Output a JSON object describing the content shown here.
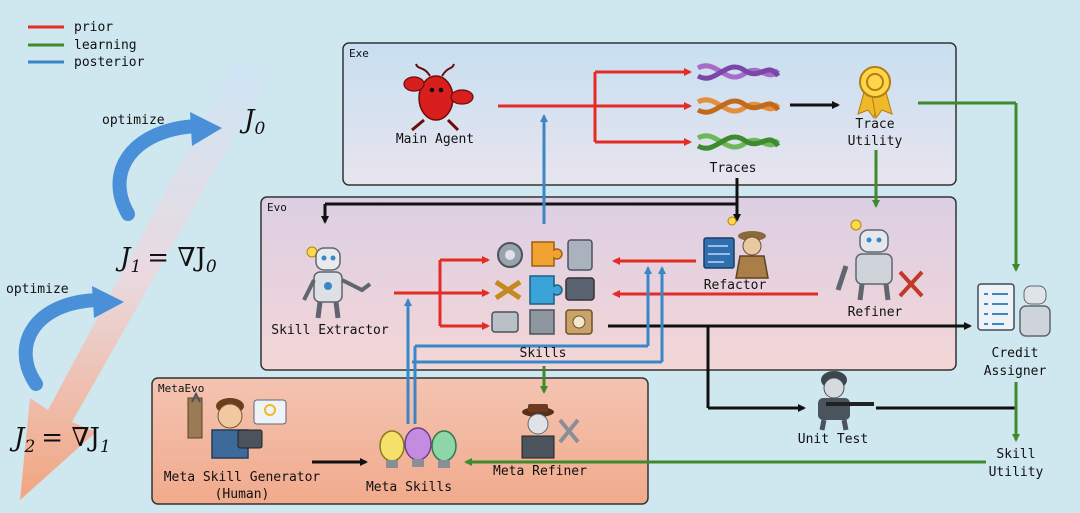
{
  "legend": [
    {
      "label": "prior",
      "color": "#e52b25"
    },
    {
      "label": "learning",
      "color": "#3f8a2d"
    },
    {
      "label": "posterior",
      "color": "#3a86c8"
    }
  ],
  "colors": {
    "black": "#111111",
    "panel_border": "#333333"
  },
  "panels": {
    "exe": "Exe",
    "evo": "Evo",
    "metaevo": "MetaEvo"
  },
  "objectives": {
    "optimize_top": "optimize",
    "optimize_bottom": "optimize",
    "j0": "J",
    "j0_sub": "0",
    "j1": "J",
    "j1_sub": "1",
    "j1_rhs": "= ∇J",
    "j1_rhs_sub": "0",
    "j2": "J",
    "j2_sub": "2",
    "j2_rhs": "= ∇J",
    "j2_rhs_sub": "1"
  },
  "nodes": {
    "main_agent": "Main Agent",
    "traces": "Traces",
    "trace_utility_1": "Trace",
    "trace_utility_2": "Utility",
    "skill_extractor": "Skill Extractor",
    "skills": "Skills",
    "refactor": "Refactor",
    "refiner": "Refiner",
    "credit_assigner_1": "Credit",
    "credit_assigner_2": "Assigner",
    "unit_test": "Unit Test",
    "skill_utility_1": "Skill",
    "skill_utility_2": "Utility",
    "meta_skill_generator_1": "Meta Skill Generator",
    "meta_skill_generator_2": "(Human)",
    "meta_skills": "Meta Skills",
    "meta_refiner": "Meta Refiner"
  }
}
